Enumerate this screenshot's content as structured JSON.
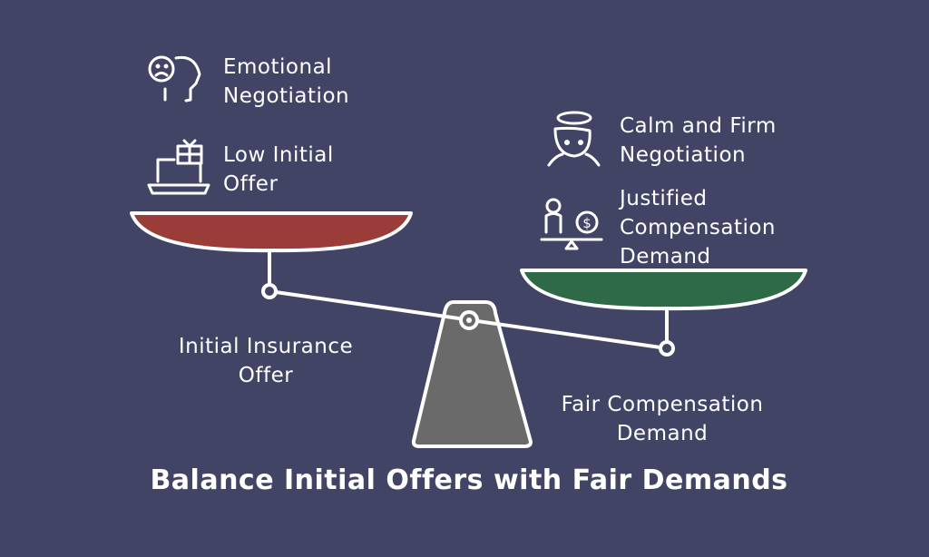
{
  "title": "Balance Initial Offers with Fair Demands",
  "left": {
    "items": [
      {
        "label_lines": [
          "Emotional",
          "Negotiation"
        ],
        "icon": "sad-head-icon"
      },
      {
        "label_lines": [
          "Low Initial",
          "Offer"
        ],
        "icon": "laptop-gift-icon"
      }
    ],
    "pan_label_lines": [
      "Initial Insurance",
      "Offer"
    ],
    "pan_color": "#9a3c38"
  },
  "right": {
    "items": [
      {
        "label_lines": [
          "Calm and Firm",
          "Negotiation"
        ],
        "icon": "calm-face-icon"
      },
      {
        "label_lines": [
          "Justified",
          "Compensation",
          "Demand"
        ],
        "icon": "person-dollar-balance-icon"
      }
    ],
    "pan_label_lines": [
      "Fair Compensation",
      "Demand"
    ],
    "pan_color": "#2f6a48"
  },
  "fulcrum_color": "#6a6a6a",
  "background": "#424466"
}
